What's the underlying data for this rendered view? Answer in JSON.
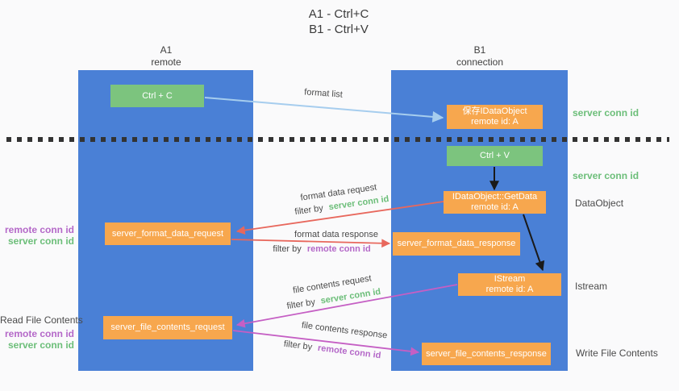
{
  "title": {
    "line1": "A1 - Ctrl+C",
    "line2": "B1 - Ctrl+V"
  },
  "lanes": {
    "left": {
      "name": "A1",
      "role": "remote"
    },
    "right": {
      "name": "B1",
      "role": "connection"
    }
  },
  "nodes": {
    "ctrl_c": {
      "label": "Ctrl + C"
    },
    "save_idataobject": {
      "line1": "保存IDataObject",
      "line2": "remote id: A"
    },
    "ctrl_v": {
      "label": "Ctrl + V"
    },
    "getdata": {
      "line1": "IDataObject::GetData",
      "line2": "remote id: A"
    },
    "format_request": {
      "label": "server_format_data_request"
    },
    "format_response": {
      "label": "server_format_data_response"
    },
    "istream": {
      "line1": "IStream",
      "line2": "remote id: A"
    },
    "file_request": {
      "label": "server_file_contents_request"
    },
    "file_response": {
      "label": "server_file_contents_response"
    }
  },
  "arrow_labels": {
    "format_list": "format list",
    "format_data_request": "format data request",
    "format_data_response": "format data response",
    "file_contents_request": "file contents request",
    "file_contents_response": "file contents response",
    "filter_by": "filter by",
    "server_conn_id": "server conn id",
    "remote_conn_id": "remote conn id"
  },
  "side_labels": {
    "right_top_server_conn_id": "server conn id",
    "right_mid_server_conn_id": "server conn id",
    "data_object": "DataObject",
    "istream": "Istream",
    "write_file_contents": "Write File Contents",
    "read_file_contents": "Read File Contents",
    "left_remote_conn_id_top": "remote conn id",
    "left_server_conn_id_top": "server conn id",
    "left_remote_conn_id_bottom": "remote conn id",
    "left_server_conn_id_bottom": "server conn id"
  },
  "colors": {
    "lane_blue": "#4a80d6",
    "box_orange": "#f7a74e",
    "box_green": "#7cc47e",
    "arrow_red": "#e8685d",
    "arrow_magenta": "#c55fc4",
    "arrow_light_blue": "#a6cdee",
    "arrow_black": "#1a1a1a",
    "label_green": "#6cbe79",
    "label_purple": "#b468c8",
    "dotted_line": "#333333"
  }
}
